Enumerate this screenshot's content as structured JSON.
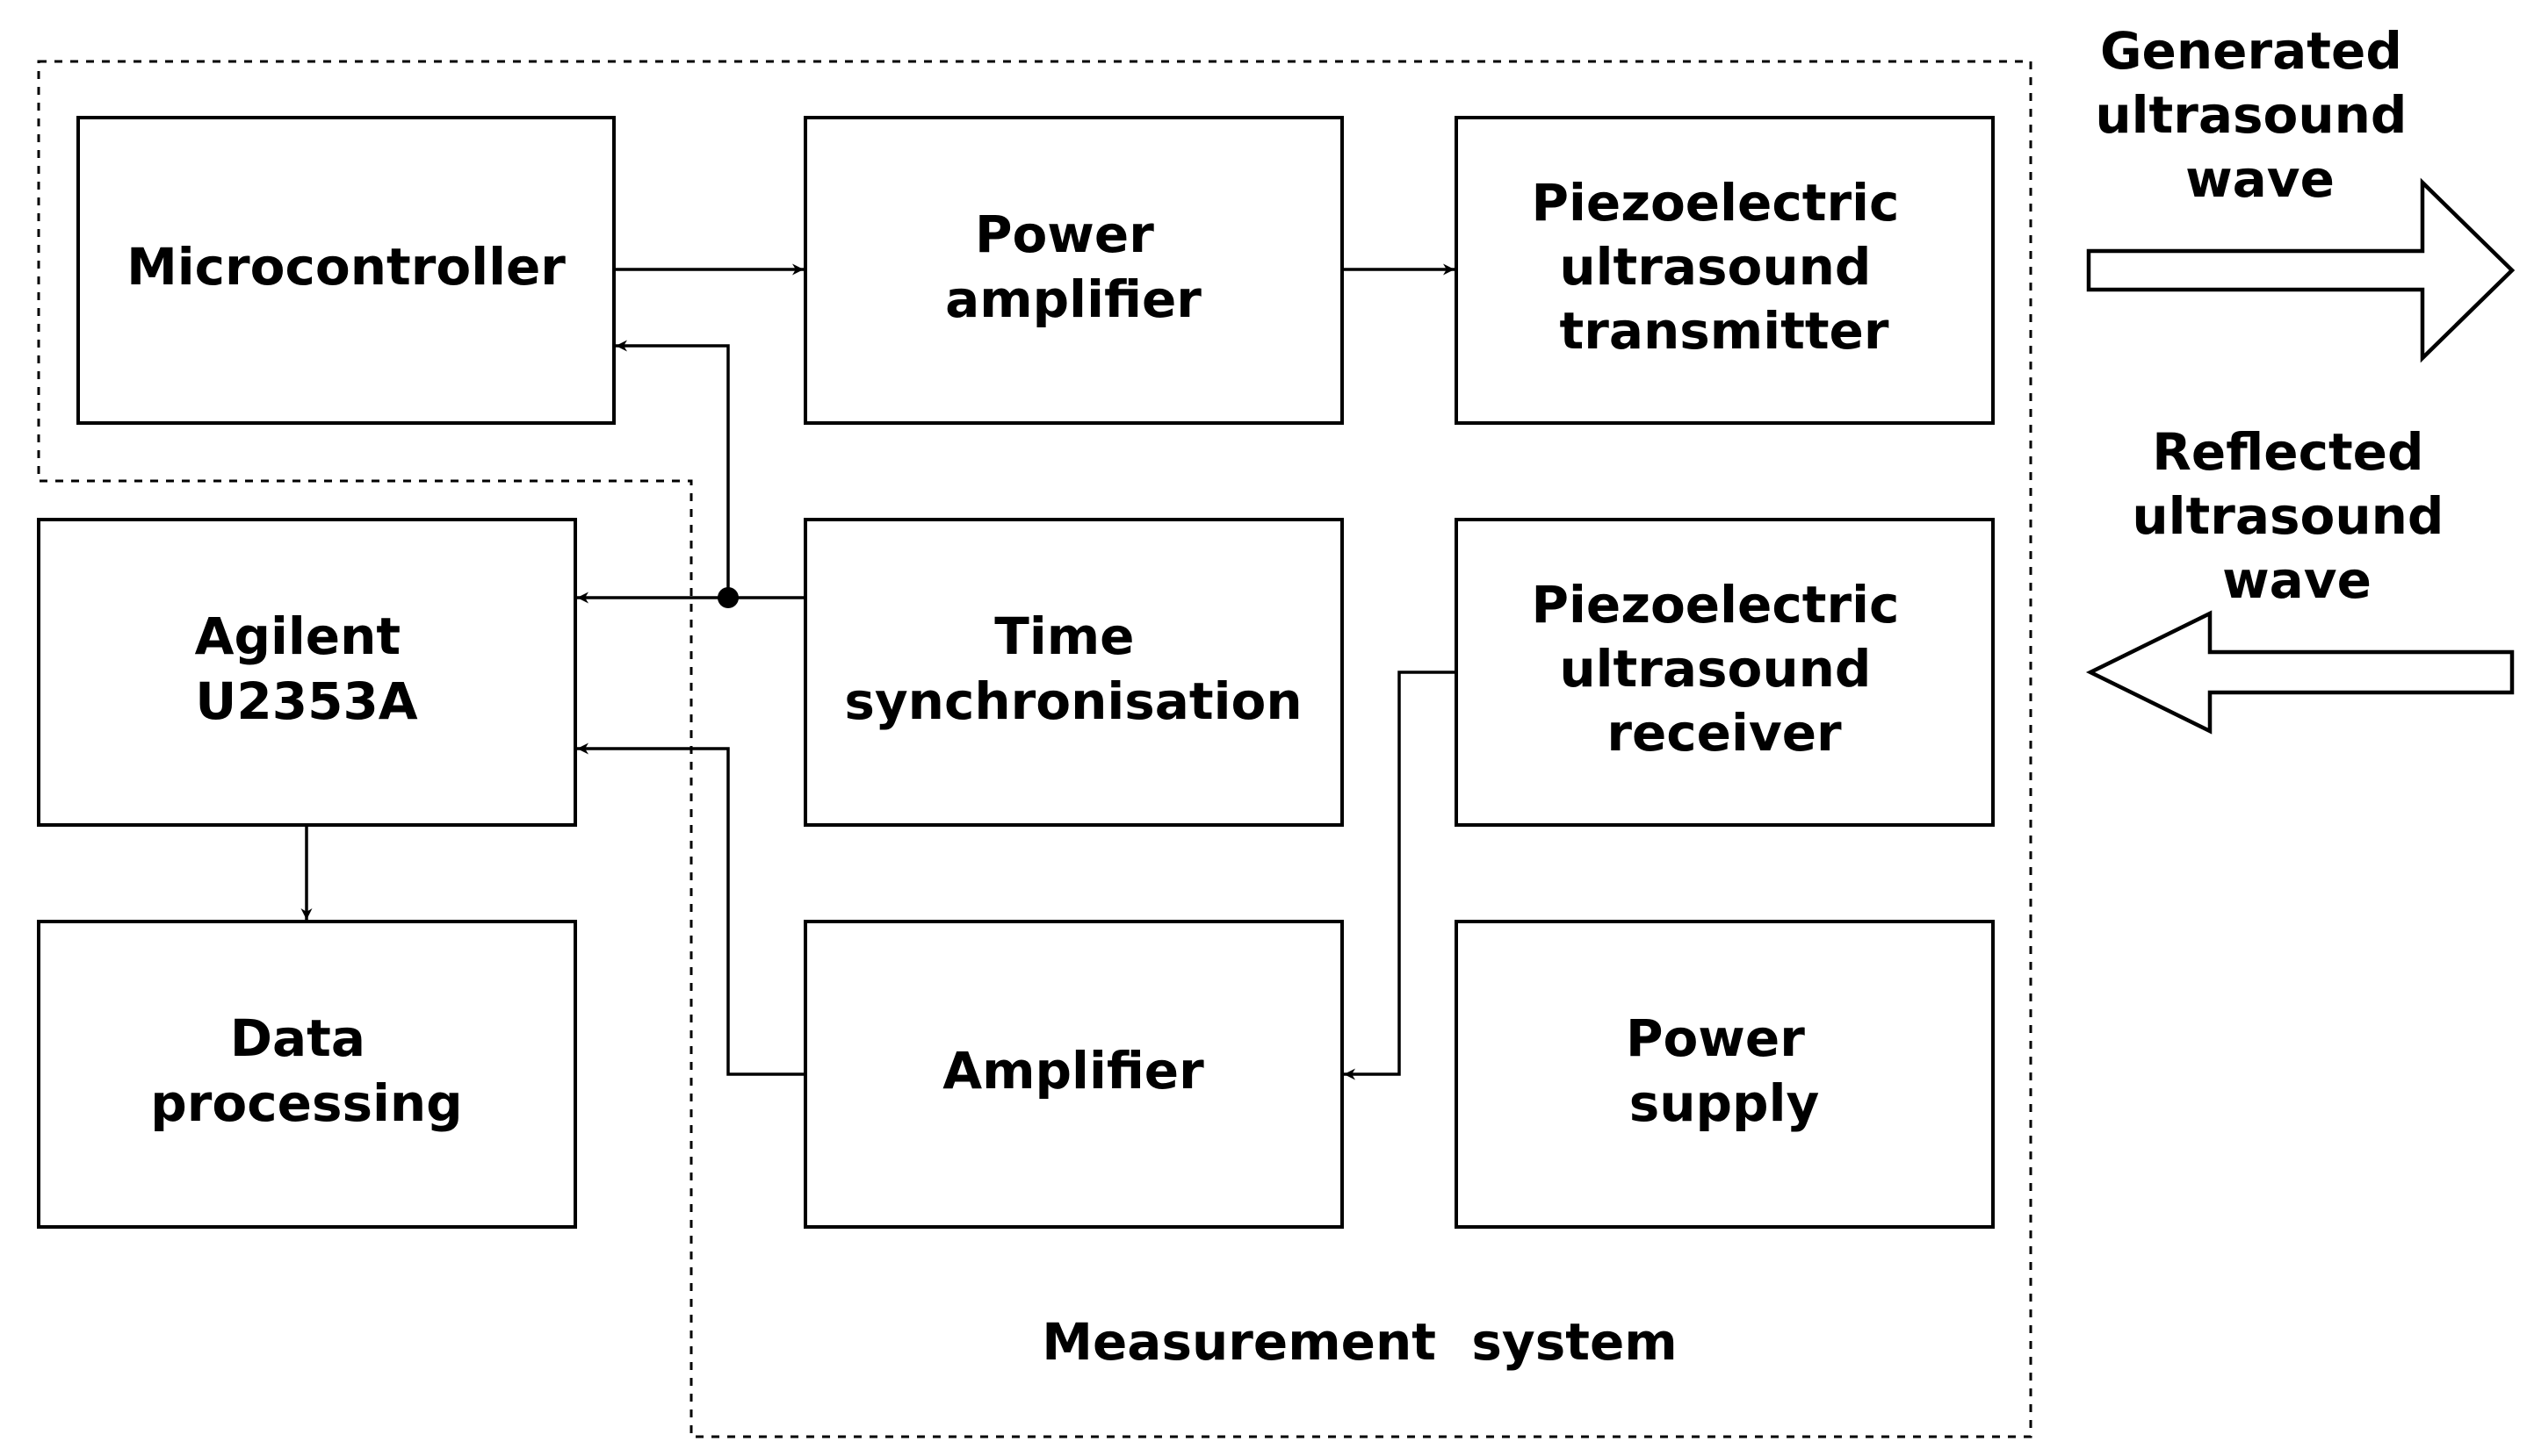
{
  "blocks": {
    "microcontroller": {
      "lines": [
        "Microcontroller"
      ]
    },
    "power_amplifier": {
      "lines": [
        "Power",
        "amplifier"
      ]
    },
    "transmitter": {
      "lines": [
        "Piezoelectric",
        "ultrasound",
        "transmitter"
      ]
    },
    "agilent": {
      "lines": [
        "Agilent",
        "U2353A"
      ]
    },
    "time_sync": {
      "lines": [
        "Time",
        "synchronisation"
      ]
    },
    "receiver": {
      "lines": [
        "Piezoelectric",
        "ultrasound",
        "receiver"
      ]
    },
    "data_processing": {
      "lines": [
        "Data",
        "processing"
      ]
    },
    "amplifier": {
      "lines": [
        "Amplifier"
      ]
    },
    "power_supply": {
      "lines": [
        "Power",
        "supply"
      ]
    }
  },
  "waves": {
    "generated": {
      "lines": [
        "Generated",
        "ultrasound",
        "wave"
      ]
    },
    "reflected": {
      "lines": [
        "Reflected",
        "ultrasound",
        "wave"
      ]
    }
  },
  "region": {
    "label": "Measurement  system"
  }
}
